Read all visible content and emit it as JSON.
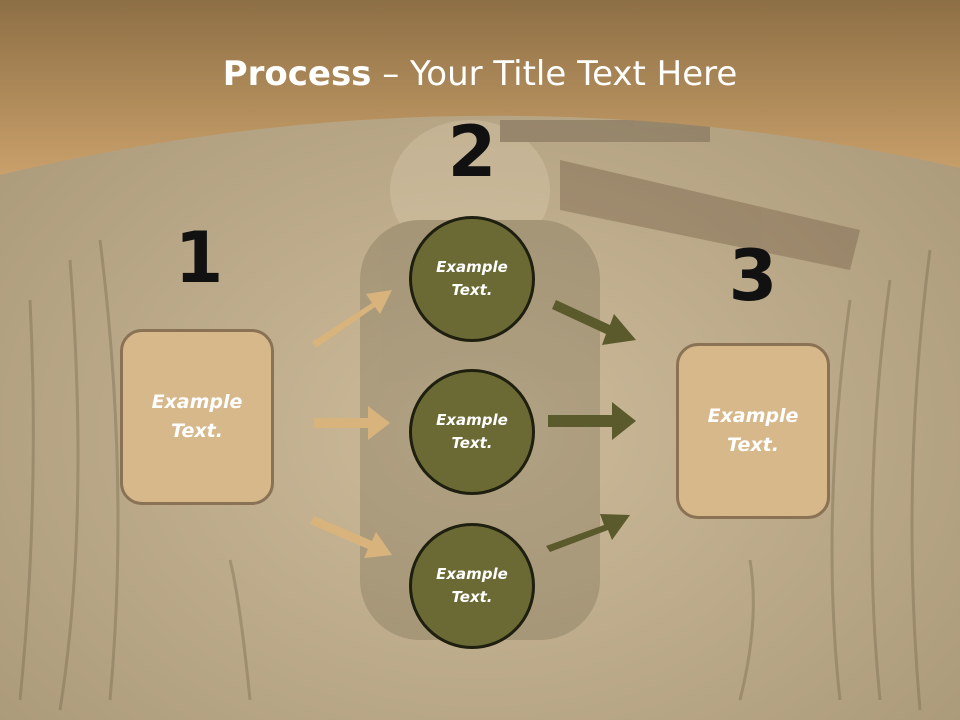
{
  "title": {
    "bold": "Process",
    "rest": " – Your Title Text Here"
  },
  "steps": [
    {
      "number": "1"
    },
    {
      "number": "2"
    },
    {
      "number": "3"
    }
  ],
  "left_box": {
    "line1": "Example",
    "line2": "Text."
  },
  "circles": [
    {
      "line1": "Example",
      "line2": "Text."
    },
    {
      "line1": "Example",
      "line2": "Text."
    },
    {
      "line1": "Example",
      "line2": "Text."
    }
  ],
  "right_box": {
    "line1": "Example",
    "line2": "Text."
  },
  "colors": {
    "header_band": "#a07e4e",
    "box_fill": "#d6b88b",
    "circle_fill": "#6b6a35",
    "arrow_left": "#d8b47c",
    "arrow_right": "#5b5a2c"
  }
}
